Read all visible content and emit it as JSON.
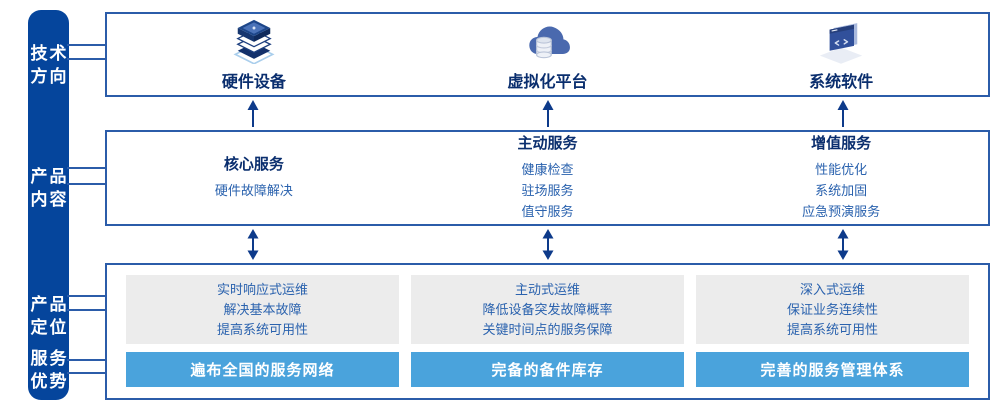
{
  "sidebar": {
    "bg_color": "#05459C",
    "items": [
      {
        "line1": "技术",
        "line2": "方向"
      },
      {
        "line1": "产品",
        "line2": "内容"
      },
      {
        "line1": "产品",
        "line2": "定位"
      },
      {
        "line1": "服务",
        "line2": "优势"
      }
    ]
  },
  "tech_row": {
    "items": [
      {
        "icon": "server-stack-icon",
        "label": "硬件设备"
      },
      {
        "icon": "cloud-database-icon",
        "label": "虚拟化平台"
      },
      {
        "icon": "code-window-icon",
        "label": "系统软件"
      }
    ]
  },
  "content_row": {
    "columns": [
      {
        "heading": "核心服务",
        "lines": [
          "硬件故障解决"
        ]
      },
      {
        "heading": "主动服务",
        "lines": [
          "健康检查",
          "驻场服务",
          "值守服务"
        ]
      },
      {
        "heading": "增值服务",
        "lines": [
          "性能优化",
          "系统加固",
          "应急预演服务"
        ]
      }
    ]
  },
  "bottom_row": {
    "columns": [
      {
        "positioning_lines": [
          "实时响应式运维",
          "解决基本故障",
          "提高系统可用性"
        ],
        "advantage": "遍布全国的服务网络"
      },
      {
        "positioning_lines": [
          "主动式运维",
          "降低设备突发故障概率",
          "关键时间点的服务保障"
        ],
        "advantage": "完备的备件库存"
      },
      {
        "positioning_lines": [
          "深入式运维",
          "保证业务连续性",
          "提高系统可用性"
        ],
        "advantage": "完善的服务管理体系"
      }
    ]
  },
  "colors": {
    "rail_blue": "#05459C",
    "frame_border": "#2B5CA9",
    "heading_navy": "#0A2E6E",
    "body_blue": "#2A62AE",
    "bar_blue": "#4AA3DC",
    "card_gray": "#ECECEC",
    "arrow_navy": "#0D3A8A"
  }
}
